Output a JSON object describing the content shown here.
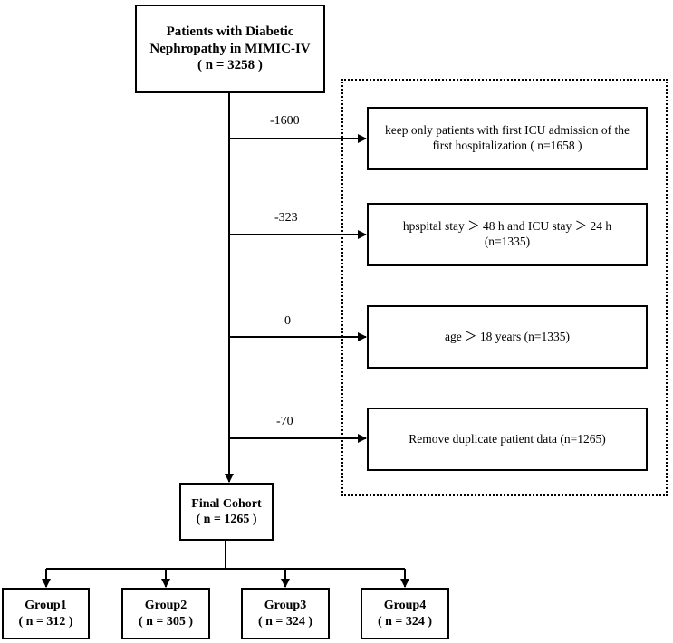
{
  "top_box": {
    "line1": "Patients with Diabetic",
    "line2": "Nephropathy in MIMIC-IV",
    "line3": "( n = 3258 )"
  },
  "exclusions": [
    {
      "removed": "-1600",
      "line1": "keep only patients with first ICU admission of the",
      "line2": "first hospitalization ( n=1658 )"
    },
    {
      "removed": "-323",
      "line1": "hpspital stay ＞ 48 h and ICU stay ＞ 24 h",
      "line2": "(n=1335)"
    },
    {
      "removed": "0",
      "line1": "age ＞ 18 years (n=1335)",
      "line2": ""
    },
    {
      "removed": "-70",
      "line1": "Remove duplicate patient data (n=1265)",
      "line2": ""
    }
  ],
  "final_box": {
    "line1": "Final Cohort",
    "line2": "( n = 1265 )"
  },
  "groups": [
    {
      "name": "Group1",
      "count": "( n = 312 )"
    },
    {
      "name": "Group2",
      "count": "( n = 305 )"
    },
    {
      "name": "Group3",
      "count": "( n = 324 )"
    },
    {
      "name": "Group4",
      "count": "( n = 324 )"
    }
  ]
}
